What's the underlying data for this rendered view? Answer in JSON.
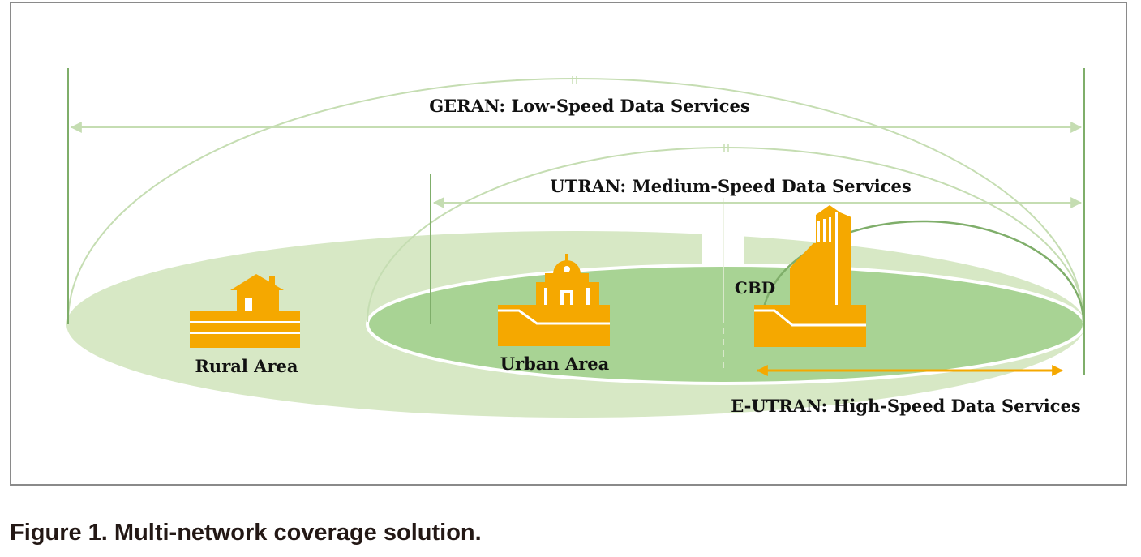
{
  "diagram": {
    "geran_label": "GERAN: Low-Speed Data Services",
    "utran_label": "UTRAN: Medium-Speed Data Services",
    "eutran_label": "E-UTRAN: High-Speed Data Services",
    "cbd_label": "CBD",
    "rural_label": "Rural Area",
    "urban_label": "Urban Area"
  },
  "caption": "Figure 1. Multi-network coverage solution.",
  "colors": {
    "outer_field": "#d7e8c5",
    "inner_field": "#a8d394",
    "line_green": "#c5ddb2",
    "post_green": "#7fae6a",
    "building_orange": "#f5a800",
    "arrow_orange": "#f5a800"
  }
}
